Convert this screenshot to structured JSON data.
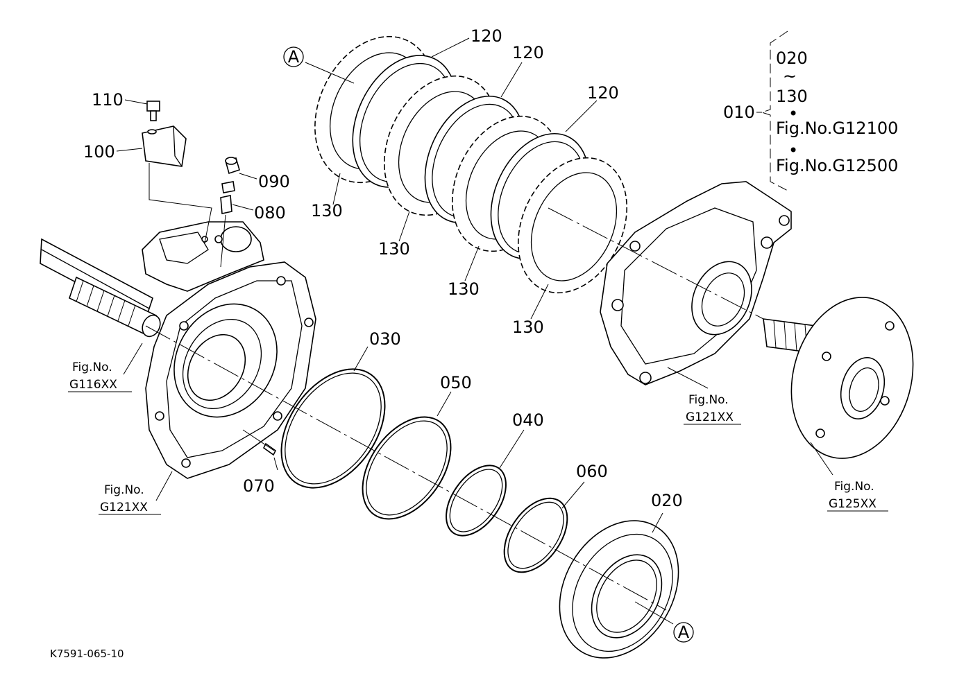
{
  "callouts": {
    "p110": "110",
    "p100": "100",
    "p090": "090",
    "p080": "080",
    "p070": "070",
    "p030": "030",
    "p050": "050",
    "p040": "040",
    "p060": "060",
    "p020": "020",
    "p120a": "120",
    "p120b": "120",
    "p120c": "120",
    "p130a": "130",
    "p130b": "130",
    "p130c": "130",
    "p130d": "130",
    "ref_a_top": "A",
    "ref_a_bottom": "A"
  },
  "set_group": {
    "code": "010",
    "start": "020",
    "tilde": "~",
    "end": "130",
    "bullet": "•",
    "fig1": "Fig.No.G12100",
    "fig2": "Fig.No.G12500"
  },
  "figure_refs": {
    "g116_line1": "Fig.No.",
    "g116_line2": "G116XX",
    "g121_left_line1": "Fig.No.",
    "g121_left_line2": "G121XX",
    "g121_right_line1": "Fig.No.",
    "g121_right_line2": "G121XX",
    "g125_line1": "Fig.No.",
    "g125_line2": "G125XX"
  },
  "footer": {
    "drawing_code": "K7591-065-10"
  }
}
